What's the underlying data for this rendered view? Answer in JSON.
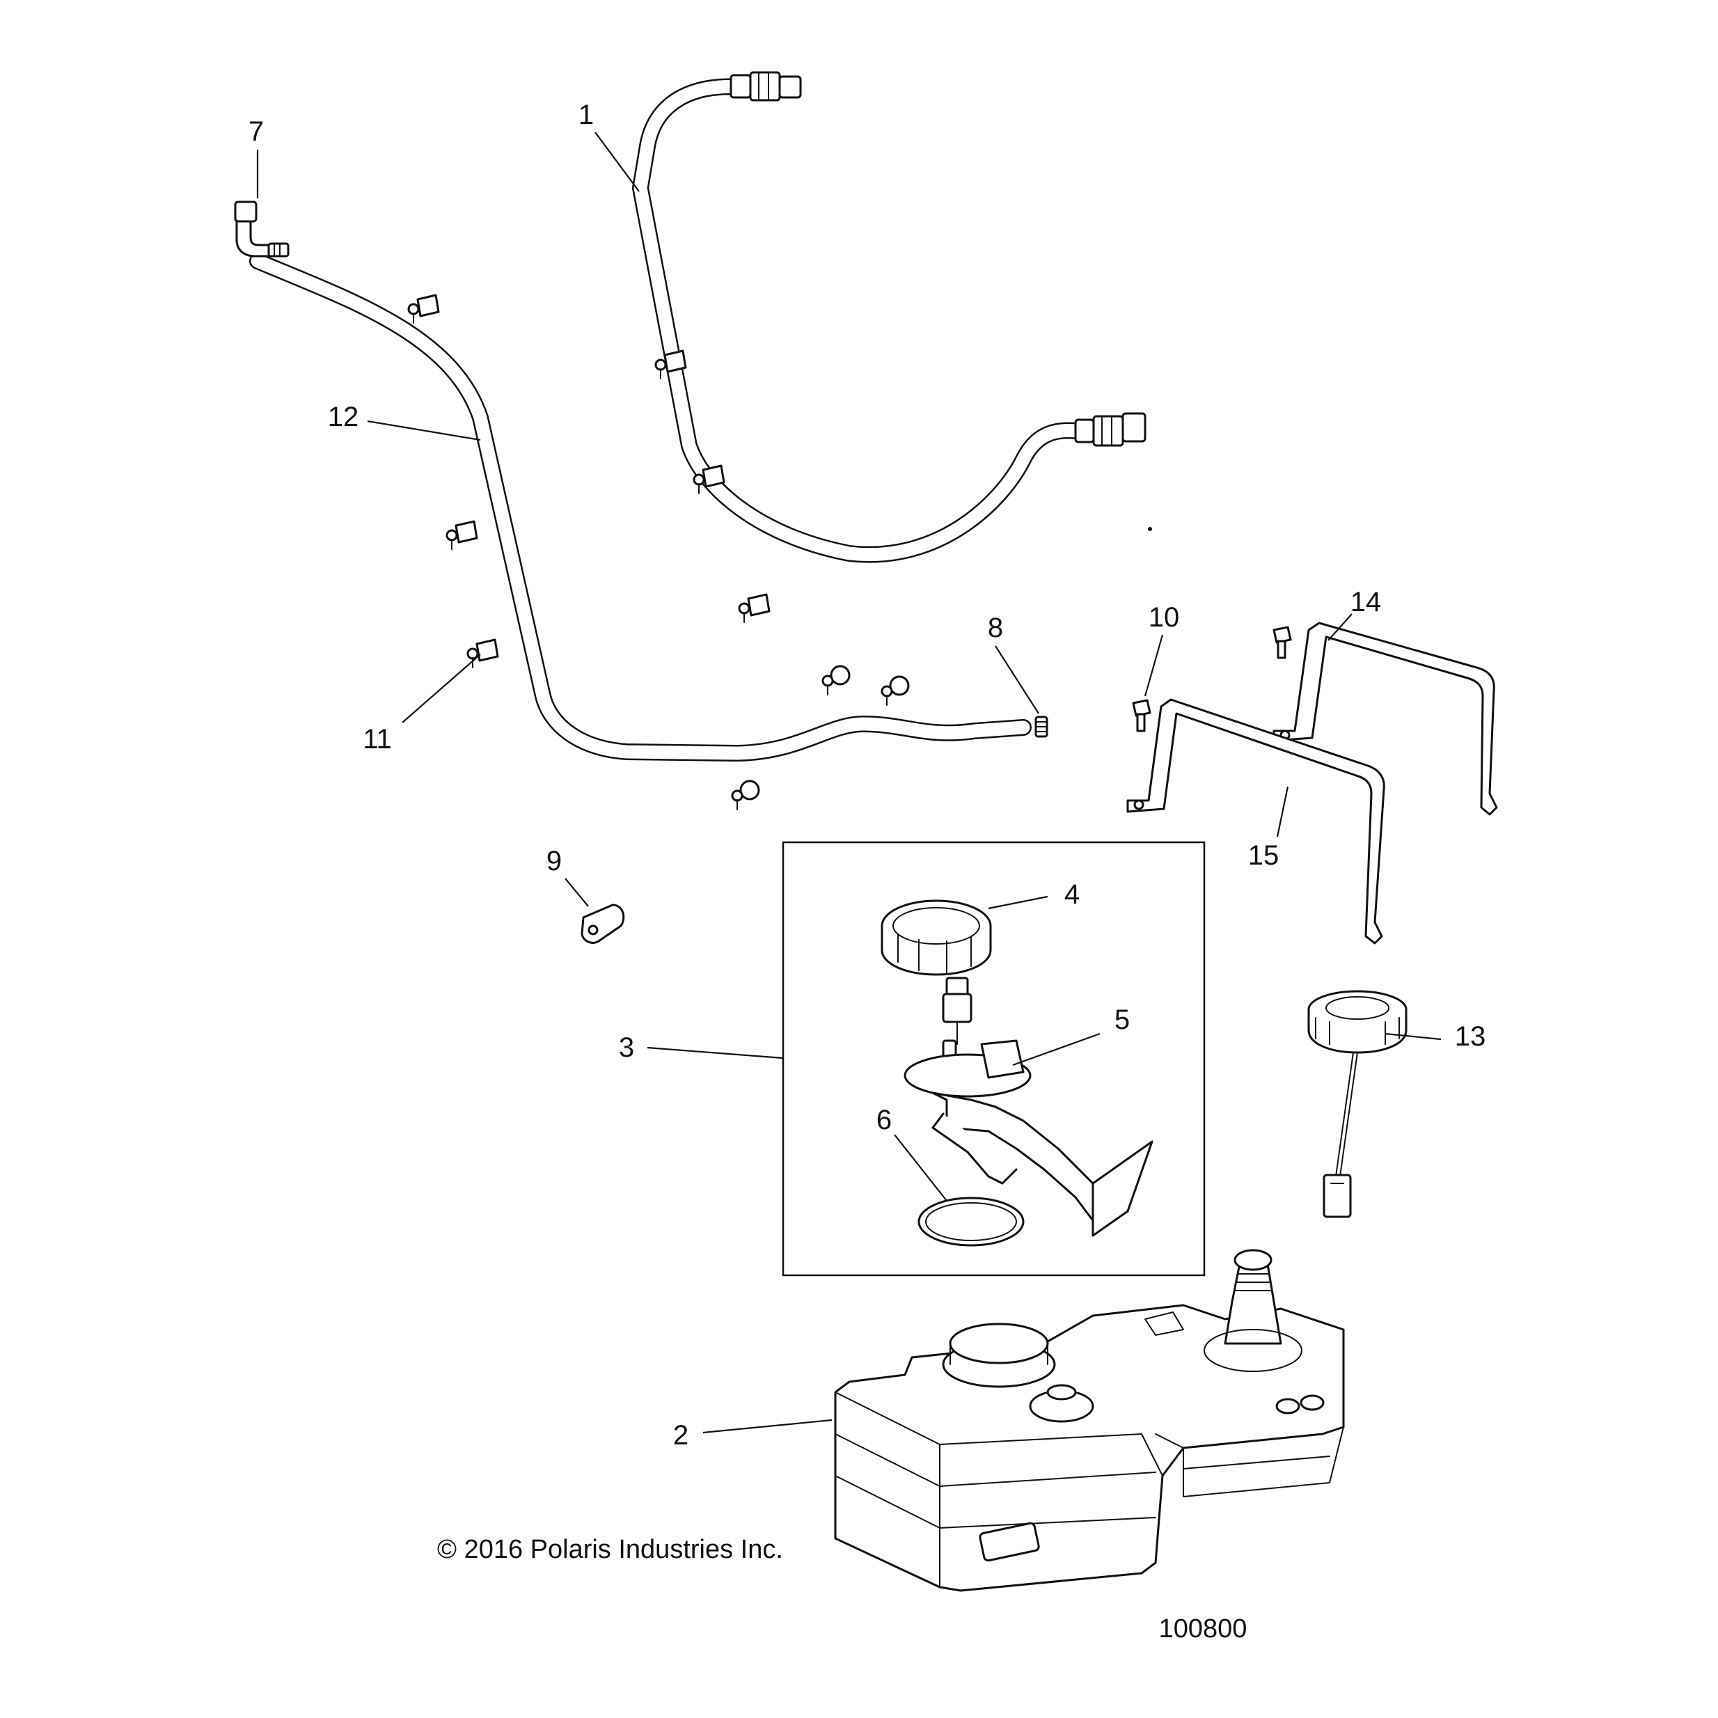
{
  "callouts": {
    "c1": "1",
    "c2": "2",
    "c3": "3",
    "c4": "4",
    "c5": "5",
    "c6": "6",
    "c7": "7",
    "c8": "8",
    "c9": "9",
    "c10": "10",
    "c11": "11",
    "c12": "12",
    "c13": "13",
    "c14": "14",
    "c15": "15"
  },
  "copyright": "© 2016 Polaris Industries Inc.",
  "figure_id": "100800"
}
